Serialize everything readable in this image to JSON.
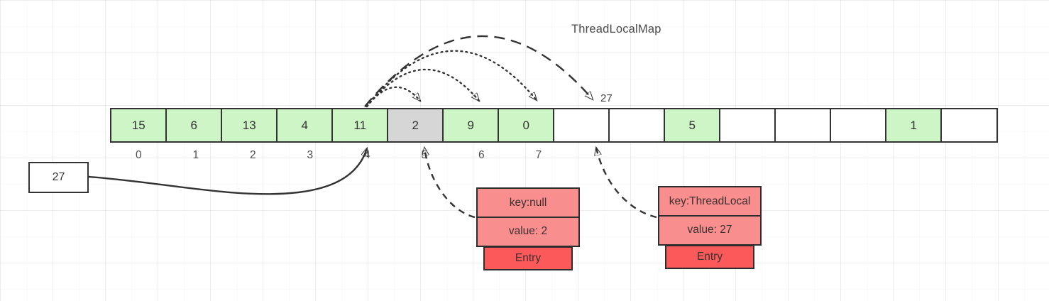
{
  "title": "ThreadLocalMap",
  "array": {
    "cells": [
      {
        "value": "15",
        "state": "green"
      },
      {
        "value": "6",
        "state": "green"
      },
      {
        "value": "13",
        "state": "green"
      },
      {
        "value": "4",
        "state": "green"
      },
      {
        "value": "11",
        "state": "green"
      },
      {
        "value": "2",
        "state": "gray"
      },
      {
        "value": "9",
        "state": "green"
      },
      {
        "value": "0",
        "state": "green"
      },
      {
        "value": "",
        "state": "white"
      },
      {
        "value": "",
        "state": "white"
      },
      {
        "value": "5",
        "state": "green"
      },
      {
        "value": "",
        "state": "white"
      },
      {
        "value": "",
        "state": "white"
      },
      {
        "value": "",
        "state": "white"
      },
      {
        "value": "1",
        "state": "green"
      },
      {
        "value": "",
        "state": "white"
      }
    ],
    "index_labels": [
      "0",
      "1",
      "2",
      "3",
      "4",
      "5",
      "6",
      "7"
    ]
  },
  "pending_value_label": "27",
  "incoming_value_box": {
    "label": "27"
  },
  "entry_cards": [
    {
      "key_label": "key:null",
      "value_label": "value: 2",
      "footer_label": "Entry"
    },
    {
      "key_label": "key:ThreadLocal",
      "value_label": "value: 27",
      "footer_label": "Entry"
    }
  ],
  "colors": {
    "green": "#cdf5c6",
    "gray": "#d6d6d6",
    "white": "#ffffff",
    "entry_light": "#f88e8e",
    "entry_dark": "#fc5a5a",
    "line": "#333333"
  }
}
